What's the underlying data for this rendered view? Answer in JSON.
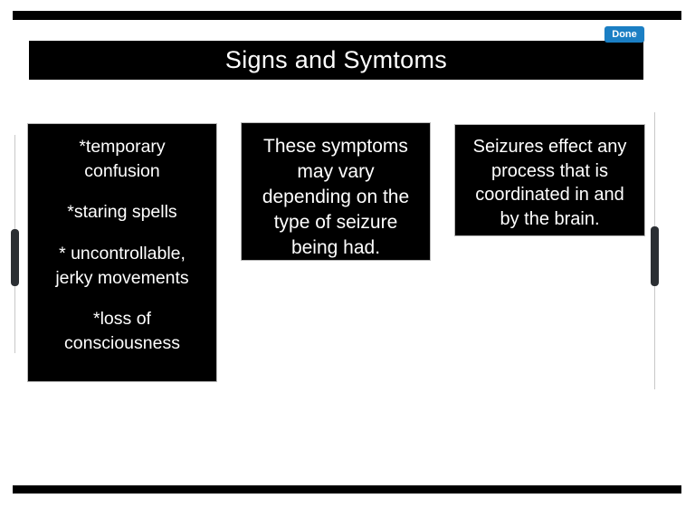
{
  "document": {
    "title": "Signs and Symtoms"
  },
  "toolbar": {
    "done_label": "Done",
    "done_color": "#1b7fc4"
  },
  "theme": {
    "background": "#ffffff",
    "box_fill": "#000000",
    "box_text": "#ffffff",
    "rule_color": "#000000",
    "scrollbar_thumb": "#2b2f33",
    "scrollbar_track": "#c8c8c8"
  },
  "boxes": [
    {
      "name": "symptoms-list",
      "lines": [
        "*temporary",
        "confusion",
        "",
        "*staring spells",
        "",
        "* uncontrollable,",
        "jerky movements",
        "",
        "*loss of",
        "consciousness"
      ]
    },
    {
      "name": "symptom-variation",
      "lines": [
        "These symptoms",
        "may vary",
        "depending on the",
        "type of seizure",
        "being had."
      ]
    },
    {
      "name": "seizure-effect",
      "lines": [
        "Seizures effect any",
        "process that is",
        "coordinated in and",
        "by the brain."
      ]
    }
  ]
}
